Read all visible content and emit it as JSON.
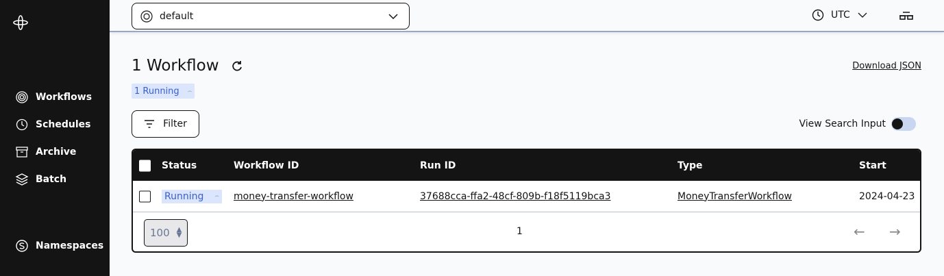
{
  "sidebar": {
    "items": [
      {
        "label": "Workflows",
        "icon": "workflows-icon"
      },
      {
        "label": "Schedules",
        "icon": "schedules-icon"
      },
      {
        "label": "Archive",
        "icon": "archive-icon"
      },
      {
        "label": "Batch",
        "icon": "batch-icon"
      },
      {
        "label": "Namespaces",
        "icon": "namespaces-icon"
      }
    ]
  },
  "header": {
    "namespace": "default",
    "timezone": "UTC"
  },
  "main": {
    "title": "1 Workflow",
    "running_badge": "1 Running",
    "download": "Download JSON",
    "filter": "Filter",
    "view_search_input": "View Search Input",
    "view_search_input_on": false
  },
  "table": {
    "columns": [
      "Status",
      "Workflow ID",
      "Run ID",
      "Type",
      "Start"
    ],
    "rows": [
      {
        "status": "Running",
        "workflow_id": "money-transfer-workflow",
        "run_id": "37688cca-ffa2-48cf-809b-f18f5119bca3",
        "type": "MoneyTransferWorkflow",
        "start": "2024-04-23"
      }
    ]
  },
  "pagination": {
    "page_size": "100",
    "page": "1"
  },
  "colors": {
    "sidebar": "#141414",
    "accent": "#3a5fd0",
    "badge_bg": "#dbe5fb"
  }
}
